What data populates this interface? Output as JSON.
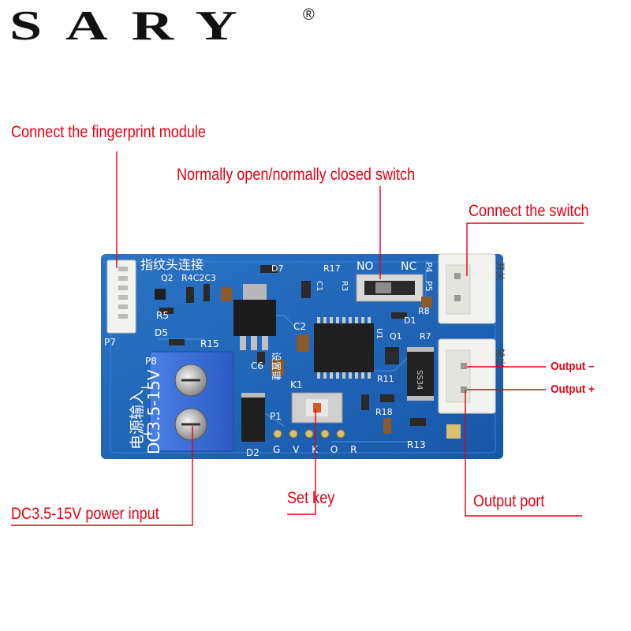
{
  "brand": {
    "name": "SARY",
    "registered": "®"
  },
  "labels": {
    "fingerprint": "Connect the fingerprint module",
    "no_nc_switch": "Normally open/normally closed switch",
    "connect_switch": "Connect the switch",
    "output_minus": "Output –",
    "output_plus": "Output +",
    "power_input": "DC3.5-15V power input",
    "set_key": "Set key",
    "output_port": "Output port"
  },
  "board_text": {
    "fingerprint_cn": "指纹头连接",
    "power_cn": "电源输入",
    "voltage": "DC3.5-15V",
    "minus": "—",
    "plus": "+",
    "setkey_cn": "设置键",
    "switch_cn": "开关",
    "output_cn": "输出",
    "no": "NO",
    "nc": "NC",
    "pins": "G V K O R",
    "designators": {
      "p7": "P7",
      "p8": "P8",
      "p1": "P1",
      "p4": "P4",
      "p5": "P5",
      "d5": "D5",
      "d7": "D7",
      "d2": "D2",
      "d1": "D1",
      "r15": "R15",
      "r5": "R5",
      "r17": "R17",
      "r8": "R8",
      "r7": "R7",
      "r13": "R13",
      "r11": "R11",
      "r18": "R18",
      "r3": "R3",
      "q2": "Q2",
      "q1": "Q1",
      "r4c2c3": "R4C2C3",
      "c6": "C6",
      "c2": "C2",
      "c1": "C1",
      "k1": "K1",
      "u1": "U1",
      "ss34": "SS34"
    }
  },
  "colors": {
    "label_red": "#e60012",
    "pcb_blue": "#1a63b8",
    "pcb_dark": "#124a94",
    "terminal_blue": "#3a6fd8",
    "connector_white": "#f2f2ee"
  }
}
